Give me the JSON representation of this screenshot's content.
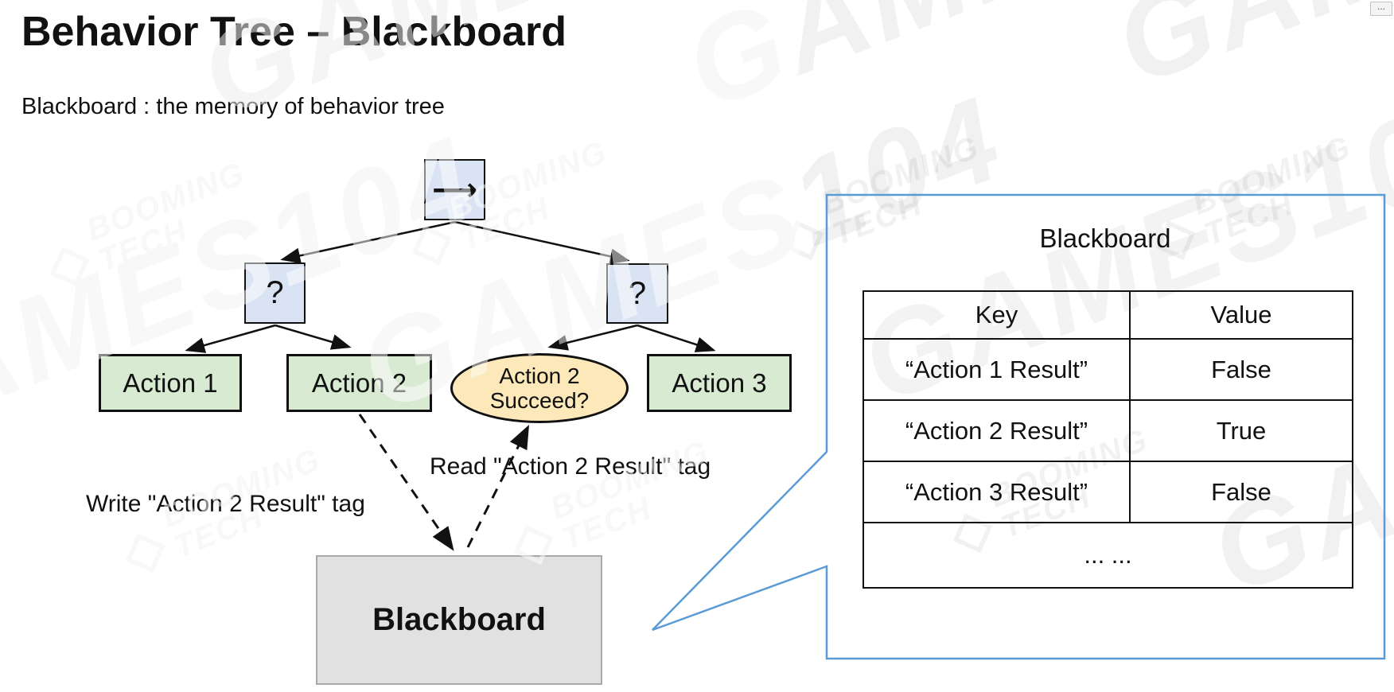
{
  "page": {
    "title": "Behavior Tree – Blackboard",
    "subtitle": "Blackboard : the memory of behavior tree",
    "overflow_button": "..."
  },
  "tree": {
    "root": {
      "label": "⟶",
      "type": "sequence-node"
    },
    "selector_left": {
      "label": "?"
    },
    "selector_right": {
      "label": "?"
    },
    "action1": {
      "label": "Action 1"
    },
    "action2": {
      "label": "Action 2"
    },
    "action3": {
      "label": "Action 3"
    },
    "condition": {
      "line1": "Action 2",
      "line2": "Succeed?"
    }
  },
  "annotations": {
    "write_label": "Write \"Action 2 Result\" tag",
    "read_label": "Read \"Action 2 Result\" tag"
  },
  "blackboard_box": {
    "label": "Blackboard"
  },
  "callout": {
    "title": "Blackboard",
    "table": {
      "headers": [
        "Key",
        "Value"
      ],
      "rows": [
        [
          "“Action 1 Result”",
          "False"
        ],
        [
          "“Action 2 Result”",
          "True"
        ],
        [
          "“Action 3 Result”",
          "False"
        ]
      ],
      "footer": "... ..."
    }
  },
  "watermarks": {
    "course": "GAMES104",
    "brand_line1": "BOOMING",
    "brand_line2": "TECH",
    "logo": "◇"
  },
  "colors": {
    "node_blue": "#dae3f3",
    "node_green": "#d9ead3",
    "node_cream": "#fce8b8",
    "box_gray": "#e1e1e1",
    "callout_blue": "#5b9bd5",
    "line_black": "#111111"
  }
}
